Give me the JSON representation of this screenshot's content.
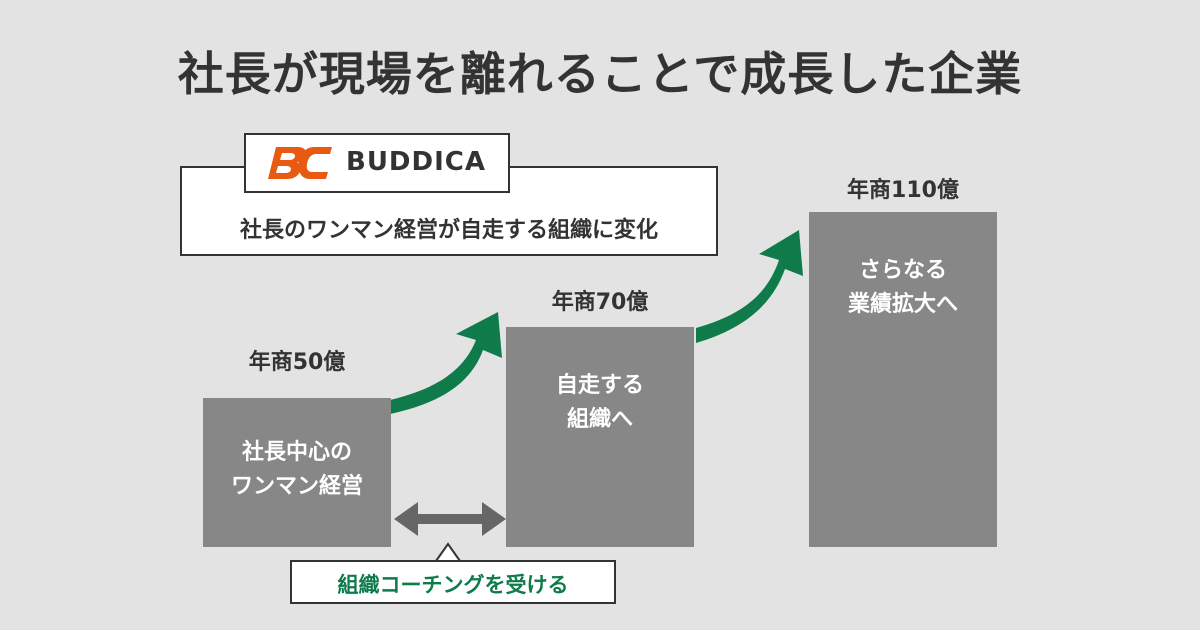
{
  "title": "社長が現場を離れることで成長した企業",
  "logo": {
    "brand_mark": "BC",
    "brand_name": "BUDDICA",
    "mark_color": "#e85a12"
  },
  "note": "社長のワンマン経営が自走する組織に変化",
  "coaching_label": "組織コーチングを受ける",
  "colors": {
    "background": "#e3e3e3",
    "bar": "#878787",
    "growth_arrow": "#0f7a4a",
    "link_arrow": "#666666",
    "text": "#333333"
  },
  "stages": [
    {
      "revenue": "年商50億",
      "line1": "社長中心の",
      "line2": "ワンマン経営"
    },
    {
      "revenue": "年商70億",
      "line1": "自走する",
      "line2": "組織へ"
    },
    {
      "revenue": "年商110億",
      "line1": "さらなる",
      "line2": "業績拡大へ"
    }
  ]
}
